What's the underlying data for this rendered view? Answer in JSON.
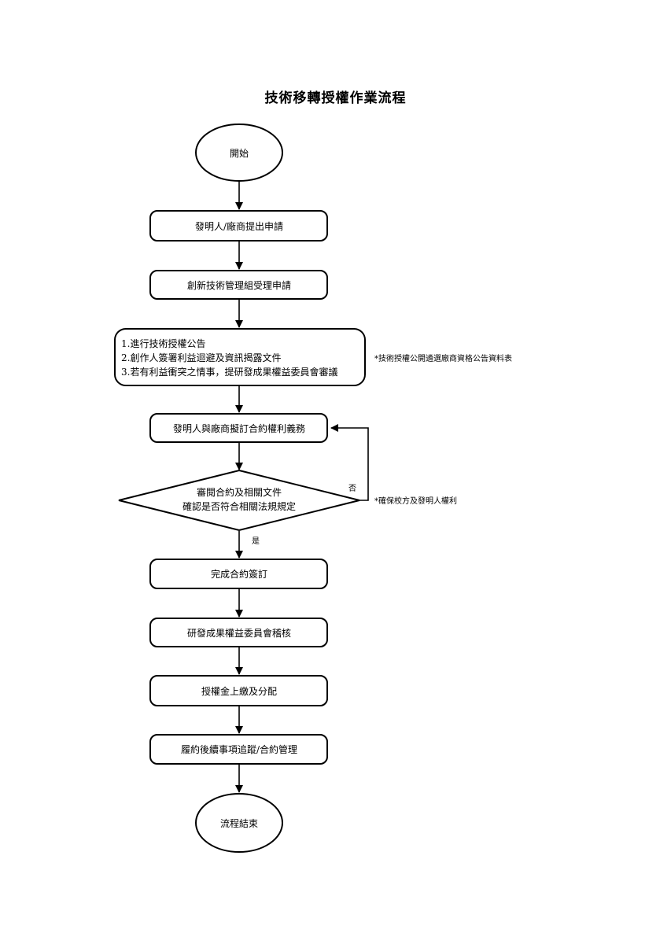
{
  "title": "技術移轉授權作業流程",
  "nodes": {
    "start": "開始",
    "step1": "發明人/廠商提出申請",
    "step2": "創新技術管理組受理申請",
    "step3": {
      "line1": "1.進行技術授權公告",
      "line2": "2.創作人簽署利益迴避及資訊揭露文件",
      "line3": "3.若有利益衝突之情事，提研發成果權益委員會審議"
    },
    "step4": "發明人與廠商擬訂合約權利義務",
    "decision": {
      "line1": "審閱合約及相關文件",
      "line2": "確認是否符合相關法規規定"
    },
    "step5": "完成合約簽訂",
    "step6": "研發成果權益委員會稽核",
    "step7": "授權金上繳及分配",
    "step8": "履約後續事項追蹤/合約管理",
    "end": "流程結束"
  },
  "labels": {
    "no": "否",
    "yes": "是"
  },
  "notes": {
    "announcement": "*技術授權公開遴選廠商資格公告資料表",
    "rights": "*確保校方及發明人權利"
  }
}
